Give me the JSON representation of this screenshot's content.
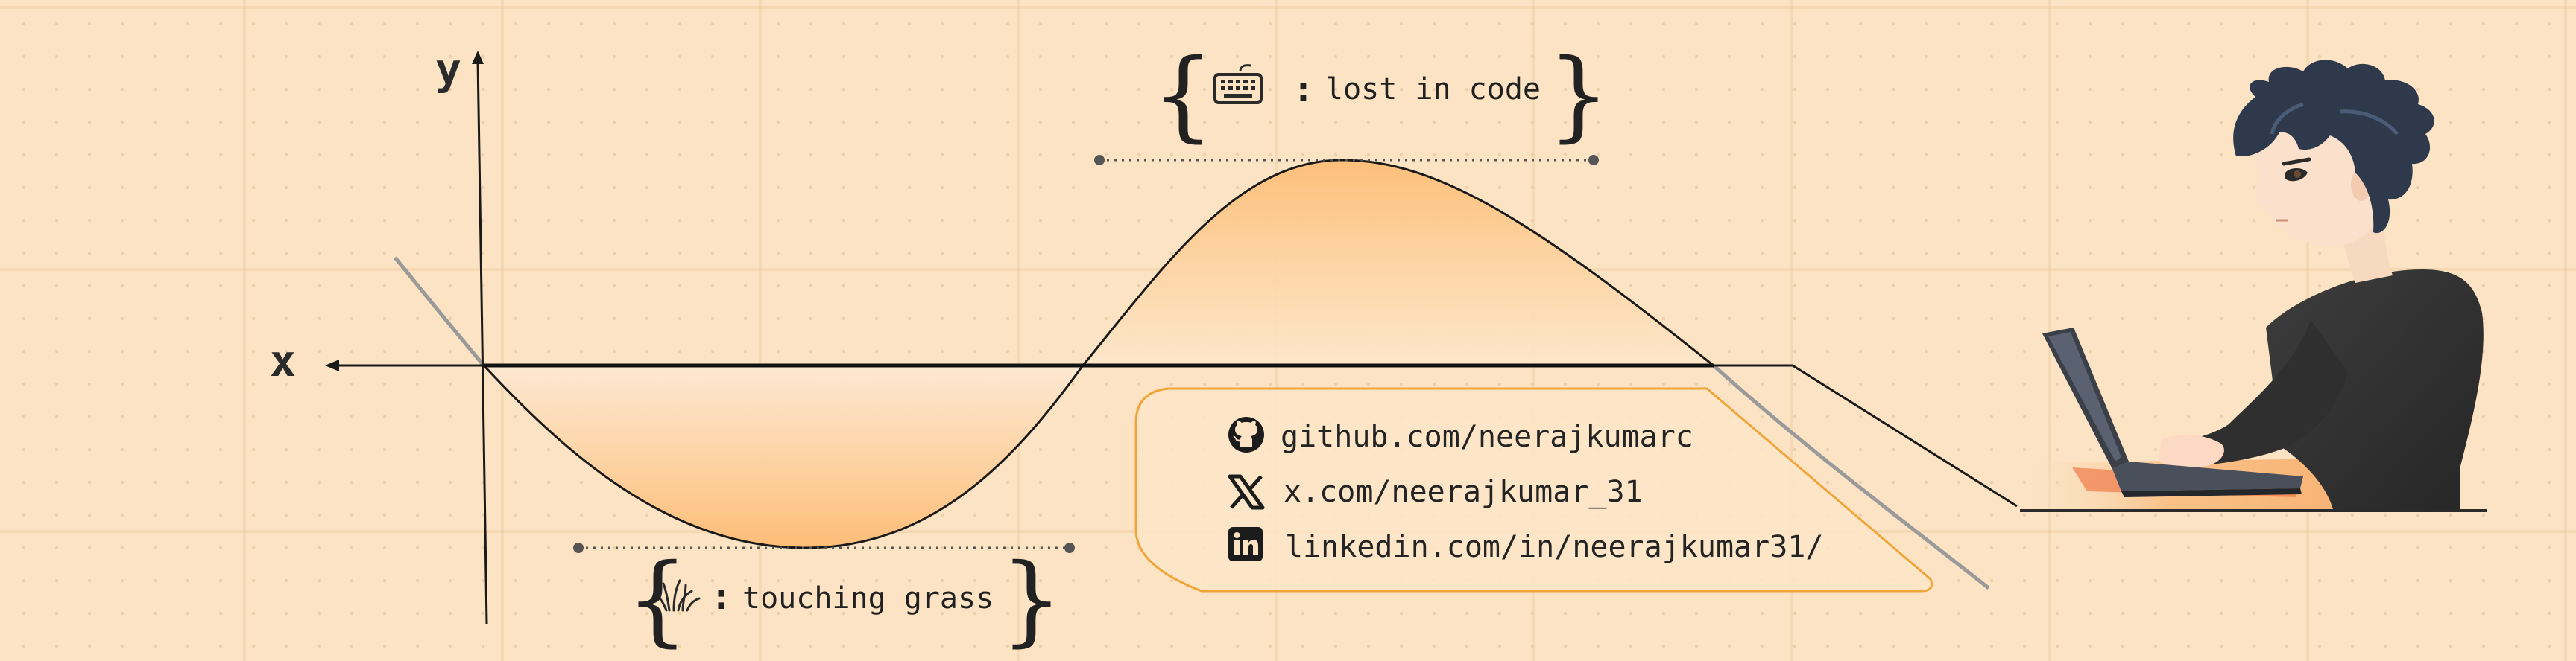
{
  "axes": {
    "y_label": "y",
    "x_label": "x"
  },
  "annotations": {
    "peak": {
      "icon": "keyboard-icon",
      "text": "lost in code"
    },
    "trough": {
      "icon": "grass-icon",
      "text": "touching grass"
    }
  },
  "links": [
    {
      "icon": "github-icon",
      "text": "github.com/neerajkumarc"
    },
    {
      "icon": "x-icon",
      "text": "x.com/neerajkumar_31"
    },
    {
      "icon": "linkedin-icon",
      "text": "linkedin.com/in/neerajkumar31/"
    }
  ],
  "illustration": {
    "subject": "person-at-laptop"
  },
  "colors": {
    "background": "#fbe3c4",
    "fill_orange": "#fdbf7a",
    "card_border": "#f0a53a",
    "ink": "#1f1f1f"
  }
}
